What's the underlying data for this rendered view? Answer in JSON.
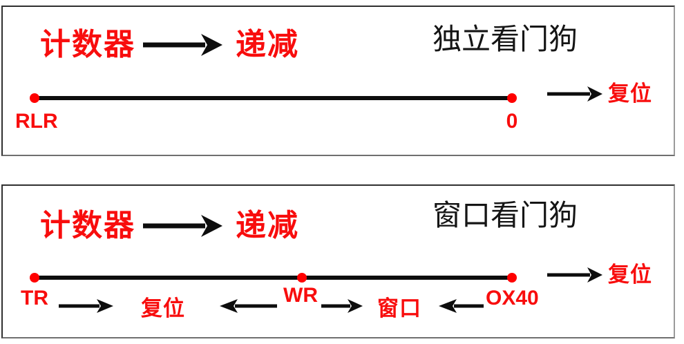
{
  "colors": {
    "accent_red": "#f80d0d",
    "dot_red": "#ff0000",
    "ink_black": "#0d0d0d",
    "panel_border_dark": "#2f2f2f",
    "panel_border_light": "#9a9a9a",
    "background": "#ffffff"
  },
  "panels": [
    {
      "title": "独立看门狗",
      "counter_label": "计数器",
      "decrement_label": "递减",
      "axis": {
        "start_label": "RLR",
        "end_label": "0"
      },
      "reset_label": "复位"
    },
    {
      "title": "窗口看门狗",
      "counter_label": "计数器",
      "decrement_label": "递减",
      "axis": {
        "start_label": "TR",
        "mid_label": "WR",
        "end_label": "OX40"
      },
      "reset_label": "复位",
      "zones": {
        "reset_label": "复位",
        "window_label": "窗口"
      }
    }
  ]
}
